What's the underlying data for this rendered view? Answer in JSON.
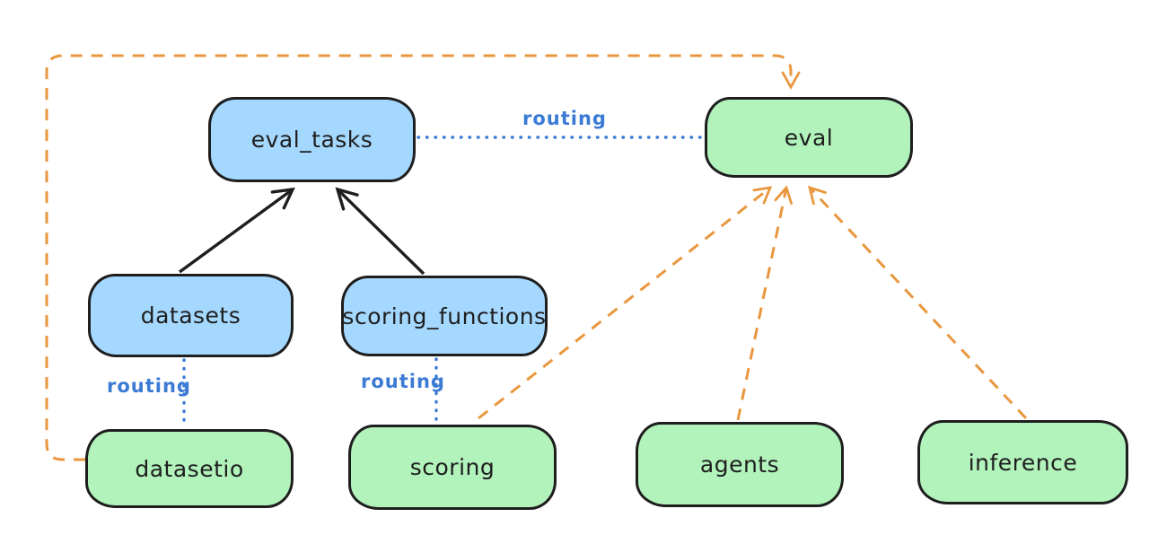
{
  "diagram": {
    "nodes": [
      {
        "id": "eval_tasks",
        "label": "eval_tasks",
        "kind": "resource",
        "fill": "#a5d8ff"
      },
      {
        "id": "eval",
        "label": "eval",
        "kind": "api",
        "fill": "#b2f2bb"
      },
      {
        "id": "datasets",
        "label": "datasets",
        "kind": "resource",
        "fill": "#a5d8ff"
      },
      {
        "id": "scoring_functions",
        "label": "scoring_functions",
        "kind": "resource",
        "fill": "#a5d8ff"
      },
      {
        "id": "datasetio",
        "label": "datasetio",
        "kind": "api",
        "fill": "#b2f2bb"
      },
      {
        "id": "scoring",
        "label": "scoring",
        "kind": "api",
        "fill": "#b2f2bb"
      },
      {
        "id": "agents",
        "label": "agents",
        "kind": "api",
        "fill": "#b2f2bb"
      },
      {
        "id": "inference",
        "label": "inference",
        "kind": "api",
        "fill": "#b2f2bb"
      }
    ],
    "edges": [
      {
        "from": "datasets",
        "to": "eval_tasks",
        "style": "solid",
        "color": "#1e1e1e",
        "arrow": true,
        "label": ""
      },
      {
        "from": "scoring_functions",
        "to": "eval_tasks",
        "style": "solid",
        "color": "#1e1e1e",
        "arrow": true,
        "label": ""
      },
      {
        "from": "eval_tasks",
        "to": "eval",
        "style": "dotted",
        "color": "#3b7bd4",
        "arrow": false,
        "label": "routing"
      },
      {
        "from": "datasets",
        "to": "datasetio",
        "style": "dotted",
        "color": "#3b7bd4",
        "arrow": false,
        "label": "routing"
      },
      {
        "from": "scoring_functions",
        "to": "scoring",
        "style": "dotted",
        "color": "#3b7bd4",
        "arrow": false,
        "label": "routing"
      },
      {
        "from": "datasetio",
        "to": "eval",
        "style": "dashed",
        "color": "#e9973e",
        "arrow": true,
        "label": ""
      },
      {
        "from": "scoring",
        "to": "eval",
        "style": "dashed",
        "color": "#e9973e",
        "arrow": true,
        "label": ""
      },
      {
        "from": "agents",
        "to": "eval",
        "style": "dashed",
        "color": "#e9973e",
        "arrow": true,
        "label": ""
      },
      {
        "from": "inference",
        "to": "eval",
        "style": "dashed",
        "color": "#e9973e",
        "arrow": true,
        "label": ""
      }
    ],
    "colors": {
      "background": "#ffffff",
      "node_border": "#1e1e1e",
      "resource_fill_blue": "#a5d8ff",
      "api_fill_green": "#b2f2bb",
      "routing_stroke_blue": "#3b7bd4",
      "dashed_stroke_orange": "#e9973e",
      "text": "#1e1e1e"
    }
  }
}
